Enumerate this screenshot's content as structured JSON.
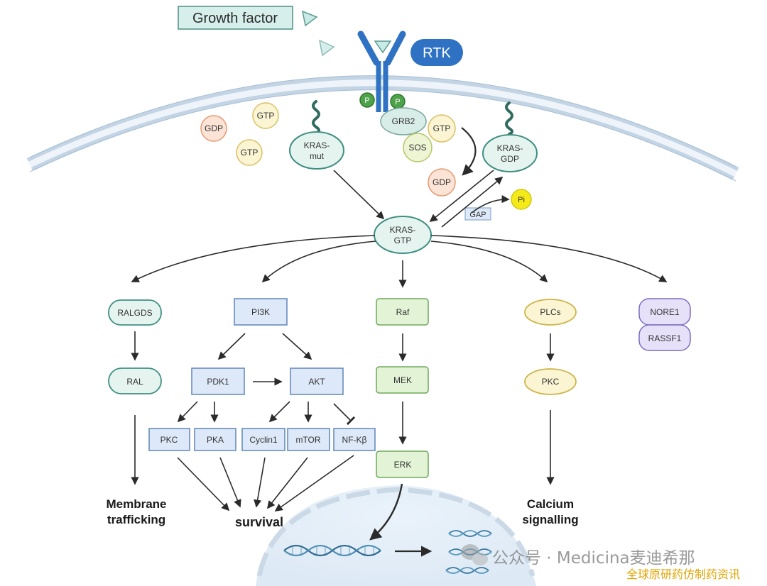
{
  "growth_factor": "Growth factor",
  "rtk": "RTK",
  "phospho": [
    "P",
    "P"
  ],
  "membrane": {
    "gdp_1": "GDP",
    "gtp_1": "GTP",
    "gtp_2": "GTP",
    "kras_mut": [
      "KRAS-",
      "mut"
    ],
    "grb2": "GRB2",
    "gtp_sos": "GTP",
    "sos": "SOS",
    "kras_gdp": [
      "KRAS-",
      "GDP"
    ],
    "gdp_2": "GDP",
    "pi": "Pi",
    "gap": "GAP"
  },
  "kras_gtp": [
    "KRAS-",
    "GTP"
  ],
  "pathways": {
    "ral": {
      "ralgds": "RALGDS",
      "ral": "RAL",
      "outcome": [
        "Membrane",
        "trafficking"
      ]
    },
    "pi3k": {
      "pi3k": "PI3K",
      "pdk1": "PDK1",
      "akt": "AKT",
      "targets": [
        "PKC",
        "PKA",
        "Cyclin1",
        "mTOR",
        "NF-Kβ"
      ],
      "outcome": "survival"
    },
    "raf": {
      "raf": "Raf",
      "mek": "MEK",
      "erk": "ERK"
    },
    "plc": {
      "plcs": "PLCs",
      "pkc": "PKC",
      "outcome": [
        "Calcium",
        "signalling"
      ]
    },
    "nore": {
      "nore1": "NORE1",
      "rassf1": "RASSF1"
    }
  },
  "watermark": {
    "line1": "公众号 · Medicina麦迪希那",
    "line2": "全球原研药仿制药资讯"
  },
  "colors": {
    "membrane": "#c9d8e6",
    "ras_fill": "#e6f4ef",
    "ras_stroke": "#3f8f83",
    "pi3k_fill": "#dde9f8",
    "raf_fill": "#e2f3d6",
    "plc_fill": "#fbf5d3",
    "nore_fill": "#e6e1f8",
    "rtk": "#2f72c4",
    "watermark_gold": "#e3a400"
  }
}
